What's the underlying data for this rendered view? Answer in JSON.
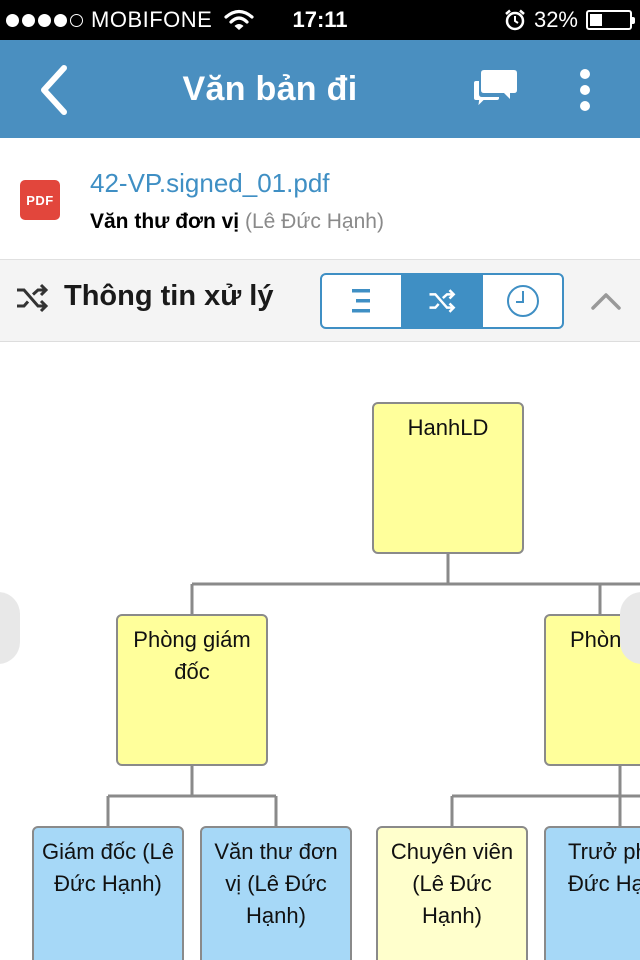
{
  "status_bar": {
    "carrier": "MOBIFONE",
    "time": "17:11",
    "battery_percent": "32%",
    "battery_level": 0.32
  },
  "navbar": {
    "title": "Văn bản đi",
    "back_icon": "chevron-left-icon",
    "chat_icon": "chat-bubbles-icon",
    "more_icon": "more-vertical-icon",
    "background": "#4a8fc0"
  },
  "file": {
    "icon_label": "PDF",
    "name": "42-VP.signed_01.pdf",
    "role": "Văn thư đơn vị",
    "person": "(Lê Đức Hạnh)"
  },
  "section": {
    "title": "Thông tin xử lý",
    "icon": "shuffle-icon",
    "view_buttons": [
      {
        "icon": "list-icon",
        "active": false
      },
      {
        "icon": "shuffle-icon",
        "active": true
      },
      {
        "icon": "clock-icon",
        "active": false
      }
    ],
    "collapse_icon": "chevron-up-icon",
    "accent": "#3f8fc4"
  },
  "diagram": {
    "root": {
      "label": "HanhLD"
    },
    "level1": [
      {
        "label": "Phòng giám đốc"
      },
      {
        "label": "Phòng thuậ"
      }
    ],
    "level2": [
      {
        "label": "Giám đốc (Lê Đức Hạnh)"
      },
      {
        "label": "Văn thư đơn vị (Lê Đức Hạnh)"
      },
      {
        "label": "Chuyên viên (Lê Đức Hạnh)"
      },
      {
        "label": "Trưở phòng Đức Hạ"
      }
    ],
    "colors": {
      "unit": "#ffff9b",
      "person_done": "#a6d8f7",
      "person_pending": "#ffffcc",
      "connector": "#8a8a8a"
    }
  }
}
